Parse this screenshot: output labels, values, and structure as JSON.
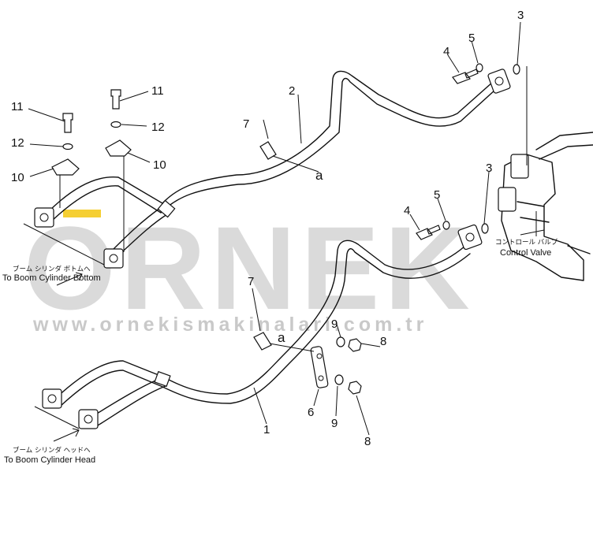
{
  "callouts": {
    "p1": "1",
    "p2": "2",
    "p3a": "3",
    "p3b": "3",
    "p4a": "4",
    "p4b": "4",
    "p5a": "5",
    "p5b": "5",
    "p6": "6",
    "p7a": "7",
    "p7b": "7",
    "p8a": "8",
    "p8b": "8",
    "p9a": "9",
    "p9b": "9",
    "p10a": "10",
    "p10b": "10",
    "p11a": "11",
    "p11b": "11",
    "p12a": "12",
    "p12b": "12",
    "refA1": "a",
    "refA2": "a"
  },
  "labels": {
    "boom_bottom_jp": "ブーム シリンダ ボトムへ",
    "boom_bottom_en": "To Boom Cylinder Bottom",
    "boom_head_jp": "ブーム シリンダ ヘッドへ",
    "boom_head_en": "To Boom Cylinder Head",
    "control_valve_jp": "コントロール バルブ",
    "control_valve_en": "Control Valve"
  },
  "watermark": {
    "brand": "ORNEK",
    "url": "www.ornekismakinalari.com.tr",
    "accent_color": "#f2c300"
  }
}
